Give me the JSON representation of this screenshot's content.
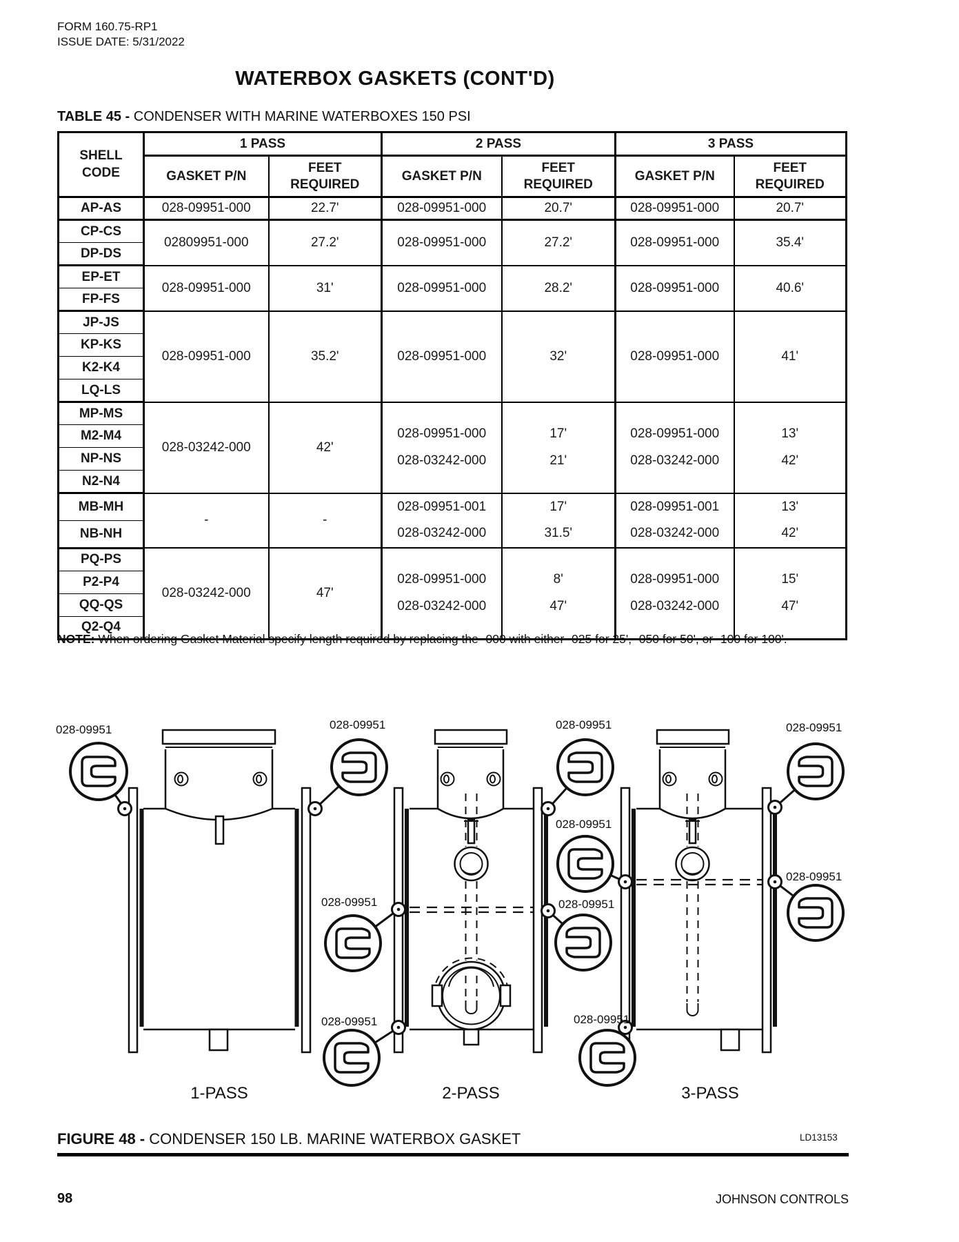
{
  "header": {
    "form": "FORM 160.75-RP1",
    "issue_date": "ISSUE DATE: 5/31/2022",
    "title": "WATERBOX GASKETS (CONT'D)"
  },
  "table": {
    "title_bold": "TABLE 45 -",
    "title_rest": " CONDENSER WITH MARINE WATERBOXES 150 PSI",
    "shell_header": "SHELL\nCODE",
    "pass_headers": [
      "1 PASS",
      "2 PASS",
      "3 PASS"
    ],
    "gasket_header": "GASKET P/N",
    "feet_header": "FEET\nREQUIRED",
    "groups": [
      {
        "shells": [
          "AP-AS"
        ],
        "passes": [
          {
            "pn": [
              "028-09951-000"
            ],
            "ft": [
              "22.7'"
            ]
          },
          {
            "pn": [
              "028-09951-000"
            ],
            "ft": [
              "20.7'"
            ]
          },
          {
            "pn": [
              "028-09951-000"
            ],
            "ft": [
              "20.7'"
            ]
          }
        ]
      },
      {
        "shells": [
          "CP-CS",
          "DP-DS"
        ],
        "passes": [
          {
            "pn": [
              "02809951-000"
            ],
            "ft": [
              "27.2'"
            ]
          },
          {
            "pn": [
              "028-09951-000"
            ],
            "ft": [
              "27.2'"
            ]
          },
          {
            "pn": [
              "028-09951-000"
            ],
            "ft": [
              "35.4'"
            ]
          }
        ]
      },
      {
        "shells": [
          "EP-ET",
          "FP-FS"
        ],
        "passes": [
          {
            "pn": [
              "028-09951-000"
            ],
            "ft": [
              "31'"
            ]
          },
          {
            "pn": [
              "028-09951-000"
            ],
            "ft": [
              "28.2'"
            ]
          },
          {
            "pn": [
              "028-09951-000"
            ],
            "ft": [
              "40.6'"
            ]
          }
        ]
      },
      {
        "shells": [
          "JP-JS",
          "KP-KS",
          "K2-K4",
          "LQ-LS"
        ],
        "passes": [
          {
            "pn": [
              "028-09951-000"
            ],
            "ft": [
              "35.2'"
            ]
          },
          {
            "pn": [
              "028-09951-000"
            ],
            "ft": [
              "32'"
            ]
          },
          {
            "pn": [
              "028-09951-000"
            ],
            "ft": [
              "41'"
            ]
          }
        ]
      },
      {
        "shells": [
          "MP-MS",
          "M2-M4",
          "NP-NS",
          "N2-N4"
        ],
        "passes": [
          {
            "pn": [
              "028-03242-000"
            ],
            "ft": [
              "42'"
            ]
          },
          {
            "pn": [
              "028-09951-000",
              "028-03242-000"
            ],
            "ft": [
              "17'",
              "21'"
            ]
          },
          {
            "pn": [
              "028-09951-000",
              "028-03242-000"
            ],
            "ft": [
              "13'",
              "42'"
            ]
          }
        ]
      },
      {
        "shells": [
          "MB-MH",
          "NB-NH"
        ],
        "passes": [
          {
            "pn": [
              "-"
            ],
            "ft": [
              "-"
            ]
          },
          {
            "pn": [
              "028-09951-001",
              "028-03242-000"
            ],
            "ft": [
              "17'",
              "31.5'"
            ]
          },
          {
            "pn": [
              "028-09951-001",
              "028-03242-000"
            ],
            "ft": [
              "13'",
              "42'"
            ]
          }
        ]
      },
      {
        "shells": [
          "PQ-PS",
          "P2-P4",
          "QQ-QS",
          "Q2-Q4"
        ],
        "passes": [
          {
            "pn": [
              "028-03242-000"
            ],
            "ft": [
              "47'"
            ]
          },
          {
            "pn": [
              "028-09951-000",
              "028-03242-000"
            ],
            "ft": [
              "8'",
              "47'"
            ]
          },
          {
            "pn": [
              "028-09951-000",
              "028-03242-000"
            ],
            "ft": [
              "15'",
              "47'"
            ]
          }
        ]
      }
    ],
    "note_bold": "NOTE:",
    "note_rest": " When ordering Gasket Material specify length required by replacing the -000 with either -025 for 25', -050 for 50', or -100 for 100'."
  },
  "figure": {
    "callout_label": "028-09951",
    "pass_labels": [
      "1-PASS",
      "2-PASS",
      "3-PASS"
    ],
    "caption_bold": "FIGURE 48 -",
    "caption_rest": " CONDENSER 150 LB. MARINE WATERBOX GASKET",
    "drawing_code": "LD13153"
  },
  "footer": {
    "page_number": "98",
    "company": "JOHNSON CONTROLS"
  }
}
